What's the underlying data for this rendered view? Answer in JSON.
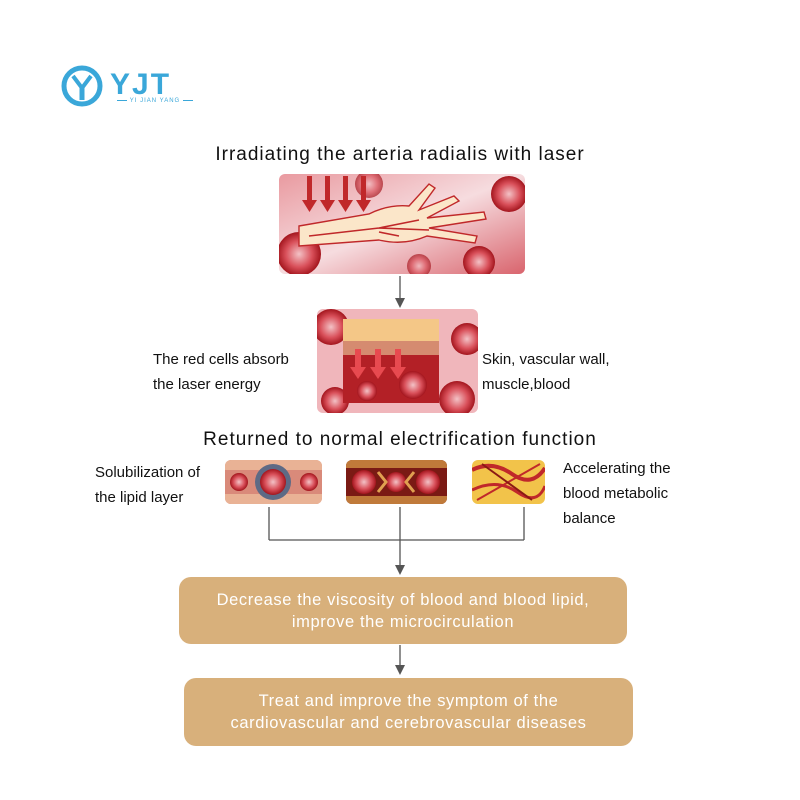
{
  "brand": {
    "name": "YJT",
    "tagline": "YI JIAN YANG",
    "color": "#3aa7d9"
  },
  "steps": {
    "title_top": "Irradiating the arteria radialis with laser",
    "left_label_1": [
      "The red cells absorb",
      "the laser energy"
    ],
    "right_label_1": [
      "Skin, vascular wall,",
      "muscle,blood"
    ],
    "title_middle": "Returned to normal electrification function",
    "left_label_2": [
      "Solubilization of",
      "the lipid layer"
    ],
    "right_label_2": [
      "Accelerating the",
      "blood metabolic",
      "balance"
    ],
    "result_1": [
      "Decrease the viscosity of blood and blood lipid,",
      "improve the microcirculation"
    ],
    "result_2": [
      "Treat and improve the symptom of the",
      "cardiovascular and cerebrovascular diseases"
    ]
  },
  "colors": {
    "result_box": "#d8b07b",
    "connector": "#555555",
    "blood": "#c0282a"
  }
}
